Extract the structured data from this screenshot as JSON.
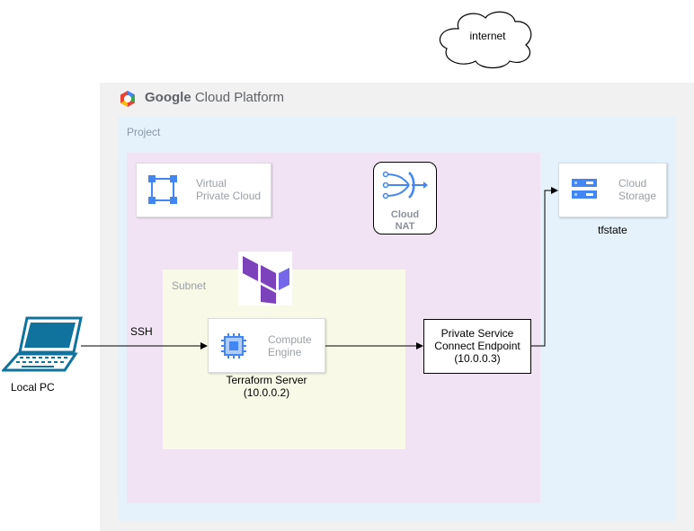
{
  "cloud": {
    "label": "internet"
  },
  "gcp": {
    "brand": "Google",
    "product": "Cloud Platform"
  },
  "project": {
    "label": "Project"
  },
  "vpc": {
    "line1": "Virtual",
    "line2": "Private Cloud"
  },
  "nat": {
    "line1": "Cloud",
    "line2": "NAT"
  },
  "storage": {
    "line1": "Cloud",
    "line2": "Storage",
    "caption": "tfstate"
  },
  "subnet": {
    "label": "Subnet"
  },
  "compute": {
    "line1": "Compute",
    "line2": "Engine",
    "caption1": "Terraform Server",
    "caption2": "(10.0.0.2)"
  },
  "psc": {
    "line1": "Private Service",
    "line2": "Connect Endpoint",
    "line3": "(10.0.0.3)"
  },
  "local_pc": {
    "label": "Local PC"
  },
  "edge": {
    "ssh_label": "SSH"
  },
  "colors": {
    "gcp_blue": "#4285f4",
    "terraform_purple": "#7b42bc",
    "vpc_fill": "#f2e3f4",
    "subnet_fill": "#f8f9e6",
    "project_fill": "#e5f2fc",
    "laptop_blue": "#10739e"
  },
  "icons": [
    "gcp-logo-icon",
    "vpc-icon",
    "cloud-nat-icon",
    "cloud-storage-icon",
    "terraform-logo-icon",
    "compute-engine-icon",
    "laptop-icon",
    "cloud-shape-icon"
  ]
}
